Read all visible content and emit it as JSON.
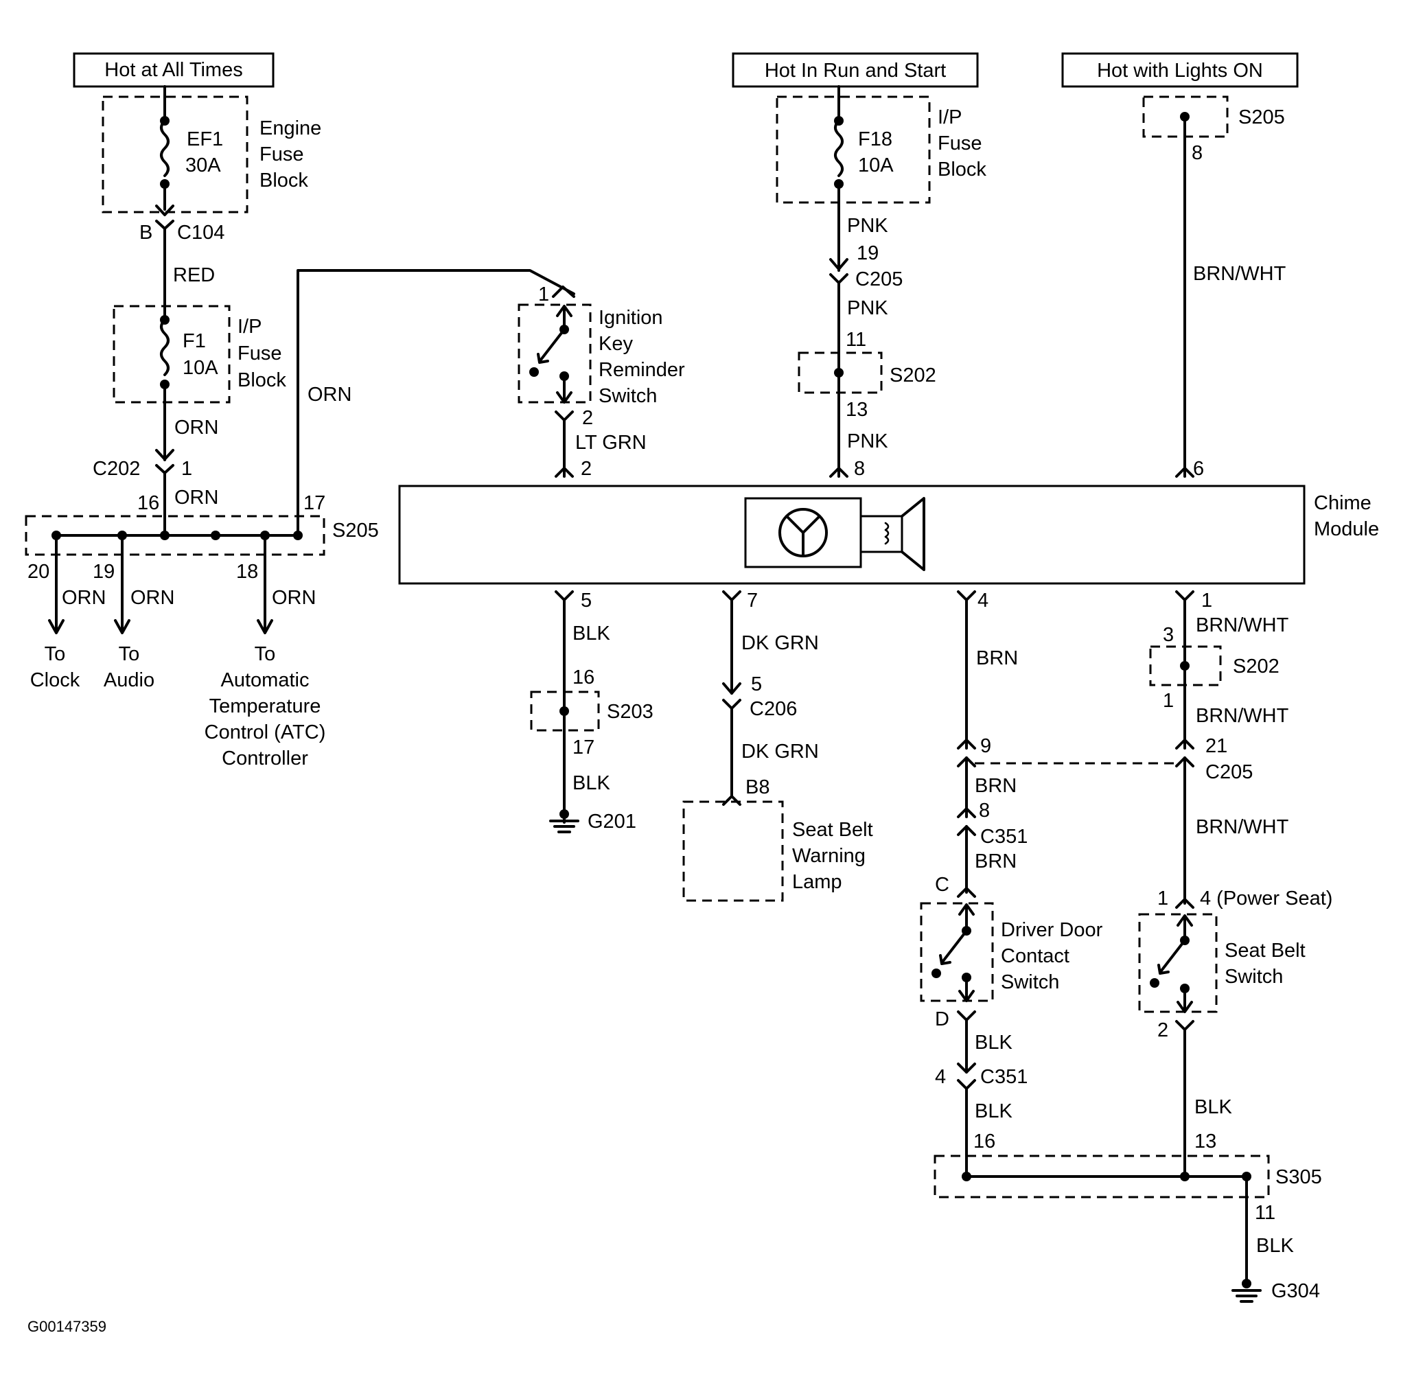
{
  "headers": {
    "hot_at_all_times": "Hot at All Times",
    "hot_in_run_start": "Hot In Run and Start",
    "hot_with_lights": "Hot with Lights ON"
  },
  "fuses": {
    "ef1": {
      "name": "EF1",
      "rating": "30A",
      "block": [
        "Engine",
        "Fuse",
        "Block"
      ]
    },
    "f1": {
      "name": "F1",
      "rating": "10A",
      "block": [
        "I/P",
        "Fuse",
        "Block"
      ]
    },
    "f18": {
      "name": "F18",
      "rating": "10A",
      "block": [
        "I/P",
        "Fuse",
        "Block"
      ]
    }
  },
  "connectors": {
    "c104": "C104",
    "c104_pin": "B",
    "c202": "C202",
    "c202_pin": "1",
    "c205_top": "C205",
    "c205_top_pin": "19",
    "c205_bottom": "C205",
    "c205_bottom_pin_left": "9",
    "c205_bottom_pin_right": "21",
    "c206": "C206",
    "c206_pin": "5",
    "c351_top": "C351",
    "c351_top_pin": "8",
    "c351_bottom": "C351",
    "c351_bottom_pin": "4",
    "b8": "B8"
  },
  "splices": {
    "s205_left": "S205",
    "s205_left_pins": [
      "16",
      "17",
      "20",
      "19",
      "18"
    ],
    "s205_top": "S205",
    "s205_top_pin": "8",
    "s202_top": "S202",
    "s202_top_pins": [
      "11",
      "13"
    ],
    "s202_right": "S202",
    "s202_right_pins": [
      "3",
      "1"
    ],
    "s203": "S203",
    "s203_pins": [
      "16",
      "17"
    ],
    "s305": "S305",
    "s305_pins": [
      "16",
      "13",
      "11"
    ]
  },
  "wire_colors": {
    "red": "RED",
    "orn": "ORN",
    "pnk": "PNK",
    "brn_wht": "BRN/WHT",
    "lt_grn": "LT GRN",
    "blk": "BLK",
    "dk_grn": "DK GRN",
    "brn": "BRN"
  },
  "module": {
    "name": [
      "Chime",
      "Module"
    ],
    "pins": {
      "top_left": "2",
      "top_mid": "8",
      "top_right": "6",
      "b1": "5",
      "b2": "7",
      "b3": "4",
      "b4": "1"
    }
  },
  "outputs": {
    "clock": [
      "To",
      "Clock"
    ],
    "audio": [
      "To",
      "Audio"
    ],
    "atc": [
      "To",
      "Automatic",
      "Temperature",
      "Control (ATC)",
      "Controller"
    ]
  },
  "switches": {
    "ignition": {
      "label": [
        "Ignition",
        "Key",
        "Reminder",
        "Switch"
      ],
      "pin_top": "1",
      "pin_bottom": "2"
    },
    "door": {
      "label": [
        "Driver Door",
        "Contact",
        "Switch"
      ],
      "pin_top": "C",
      "pin_bottom": "D"
    },
    "seatbelt": {
      "label": [
        "Seat Belt",
        "Switch"
      ],
      "pin_top_left": "1",
      "pin_top_right": "4 (Power Seat)",
      "pin_bottom": "2"
    }
  },
  "lamp": {
    "label": [
      "Seat Belt",
      "Warning",
      "Lamp"
    ]
  },
  "grounds": {
    "g201": "G201",
    "g304": "G304"
  },
  "figure_id": "G00147359"
}
